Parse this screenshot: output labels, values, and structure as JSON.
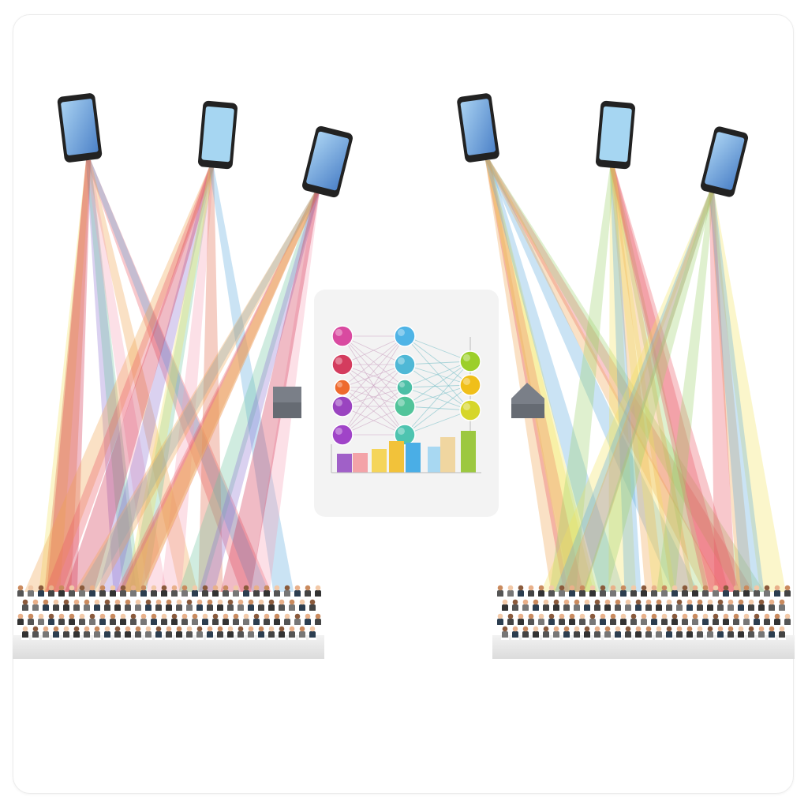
{
  "left_group": {
    "beam_colors": [
      "#e8545f",
      "#f2e35c",
      "#5aa8de",
      "#8c6fd0",
      "#f0a24a",
      "#cf2c4a",
      "#6cc4a0",
      "#f5a0b5",
      "#e06848"
    ]
  },
  "right_group": {
    "beam_colors": [
      "#e8545f",
      "#f2e35c",
      "#5aa8de",
      "#f0a24a",
      "#9cd06a"
    ]
  },
  "network": {
    "input_colors": [
      "#d94aa0",
      "#d43c5e",
      "#ee6a2e",
      "#9a44c0",
      "#a044c8"
    ],
    "hidden_colors": [
      "#4fb4e6",
      "#4fb8d6",
      "#4cbfa6",
      "#52c49a",
      "#4ec4b0"
    ],
    "output_colors": [
      "#9ccf2a",
      "#f0bf1a",
      "#d6d62a"
    ]
  },
  "bar_chart": {
    "values": [
      24,
      25,
      30,
      40,
      38,
      33,
      45,
      53
    ],
    "colors": [
      "#a060c8",
      "#f3a3a8",
      "#f5d55a",
      "#f2c23a",
      "#4aaee6",
      "#a8d8f2",
      "#f0d6a0",
      "#9cc840"
    ]
  }
}
